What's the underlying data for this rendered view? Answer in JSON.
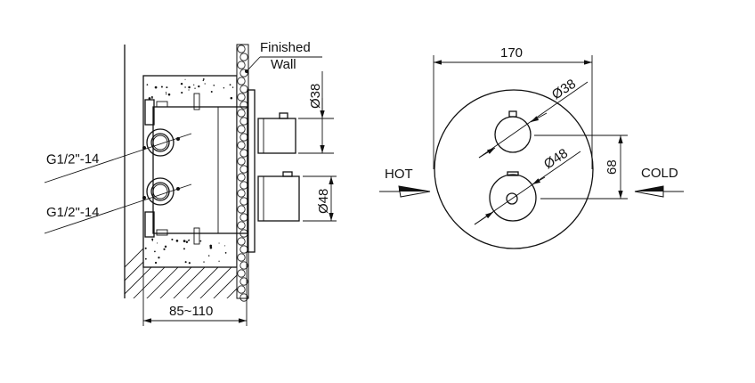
{
  "side_view": {
    "finished_wall_label_line1": "Finished",
    "finished_wall_label_line2": "Wall",
    "dim_small_handle": "Ø38",
    "dim_large_handle": "Ø48",
    "inlet_label_top": "G1/2\"-14",
    "inlet_label_bottom": "G1/2\"-14",
    "depth_dim": "85~110"
  },
  "front_view": {
    "width_dim": "170",
    "dim_small_handle": "Ø38",
    "dim_large_handle": "Ø48",
    "spacing_dim": "68",
    "hot_label": "HOT",
    "cold_label": "COLD"
  }
}
